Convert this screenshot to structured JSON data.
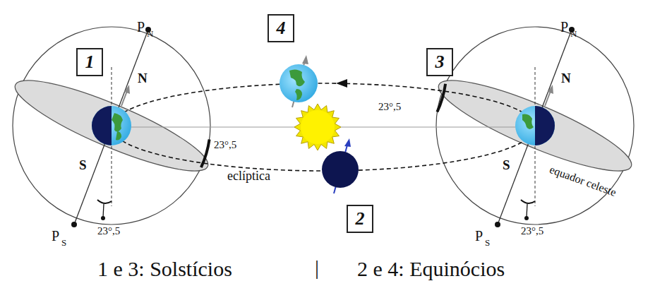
{
  "diagram": {
    "nodes": [
      {
        "text": [
          "4"
        ]
      },
      {
        "text": [
          "1"
        ]
      },
      {
        "text": [
          "3"
        ]
      },
      {
        "text": [
          "2"
        ]
      }
    ],
    "labels": [
      "P",
      "N",
      "N",
      "S",
      "P",
      "S",
      "23°,5",
      "23°,5",
      "eclíptica",
      "23°,5",
      "P",
      "N",
      "N",
      "S",
      "P",
      "S",
      "23°,5",
      "equador celeste",
      "1 e 3: Solstícios",
      "|",
      "2 e 4: Equinócios"
    ]
  }
}
